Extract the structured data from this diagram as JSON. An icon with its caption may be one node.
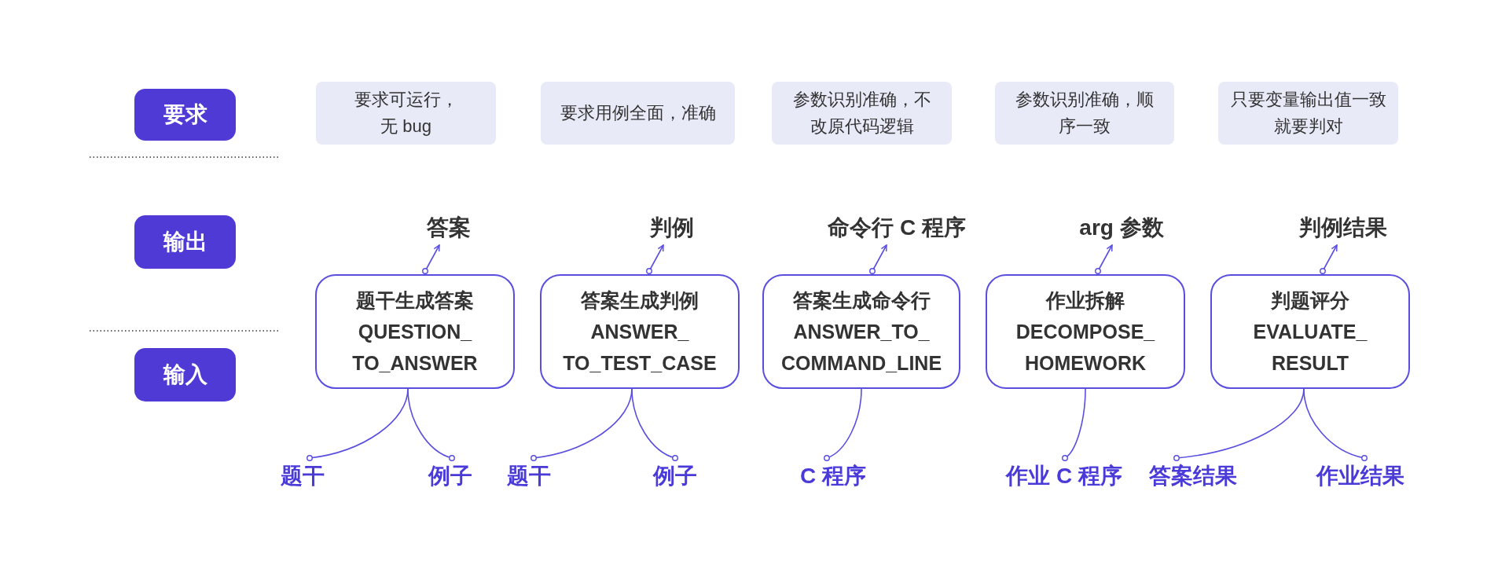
{
  "diagram": {
    "nodes": [
      {
        "text": [
          "要求"
        ]
      },
      {
        "text": [
          "要求可运行，无 bug"
        ]
      },
      {
        "text": [
          "要求用例全面，准确"
        ]
      },
      {
        "text": [
          "参数识别准确，不改原代码逻辑"
        ]
      },
      {
        "text": [
          "参数识别准确，顺序一致"
        ]
      },
      {
        "text": [
          "只要变量输出值一致就要判对"
        ]
      },
      {
        "text": [
          "输出"
        ]
      },
      {
        "text": [
          "答案"
        ]
      },
      {
        "text": [
          "判例"
        ]
      },
      {
        "text": [
          "命令行 C 程序"
        ]
      },
      {
        "text": [
          "arg 参数"
        ]
      },
      {
        "text": [
          "判例结果"
        ]
      },
      {
        "text": [
          "题干生成答案",
          "QUESTION_ TO_ANSWER"
        ]
      },
      {
        "text": [
          "答案生成判例",
          "ANSWER_ TO_TEST_CASE"
        ]
      },
      {
        "text": [
          "答案生成命令行",
          "ANSWER_TO_ COMMAND_LINE"
        ]
      },
      {
        "text": [
          "作业拆解",
          "DECOMPOSE_ HOMEWORK"
        ]
      },
      {
        "text": [
          "判题评分",
          "EVALUATE_ RESULT"
        ]
      },
      {
        "text": [
          "输入"
        ]
      },
      {
        "text": [
          "题干"
        ]
      },
      {
        "text": [
          "例子"
        ]
      },
      {
        "text": [
          "题干"
        ]
      },
      {
        "text": [
          "例子"
        ]
      },
      {
        "text": [
          "C 程序"
        ]
      },
      {
        "text": [
          "作业 C 程序"
        ]
      },
      {
        "text": [
          "答案结果"
        ]
      },
      {
        "text": [
          "作业结果"
        ]
      }
    ],
    "edges": [
      {
        "from": 12,
        "to": 7,
        "arrow": "to"
      },
      {
        "from": 13,
        "to": 8,
        "arrow": "to"
      },
      {
        "from": 14,
        "to": 9,
        "arrow": "to"
      },
      {
        "from": 15,
        "to": 10,
        "arrow": "to"
      },
      {
        "from": 16,
        "to": 11,
        "arrow": "to"
      },
      {
        "from": 18,
        "to": 12,
        "arrow": "other"
      },
      {
        "from": 19,
        "to": 12,
        "arrow": "other"
      },
      {
        "from": 20,
        "to": 13,
        "arrow": "other"
      },
      {
        "from": 21,
        "to": 13,
        "arrow": "other"
      },
      {
        "from": 22,
        "to": 14,
        "arrow": "other"
      },
      {
        "from": 23,
        "to": 15,
        "arrow": "other"
      },
      {
        "from": 24,
        "to": 16,
        "arrow": "other"
      },
      {
        "from": 25,
        "to": 16,
        "arrow": "other"
      }
    ]
  }
}
